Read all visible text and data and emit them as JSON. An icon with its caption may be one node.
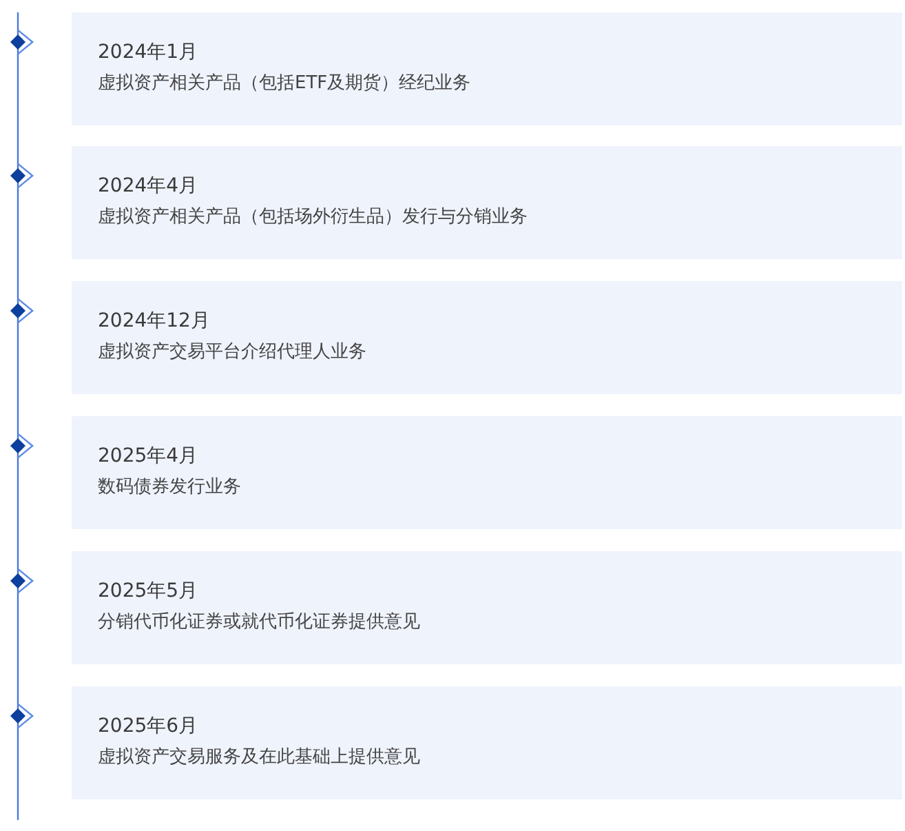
{
  "diagram": {
    "nodes": [
      {
        "text": [
          "2024年1月",
          "虚拟资产相关产品（包括ETF及期货）经纪业务"
        ]
      },
      {
        "text": [
          "2024年4月",
          "虚拟资产相关产品（包括场外衍生品）发行与分销业务"
        ]
      },
      {
        "text": [
          "2024年12月",
          "虚拟资产交易平台介绍代理人业务"
        ]
      },
      {
        "text": [
          "2025年4月",
          "数码债券发行业务"
        ]
      },
      {
        "text": [
          "2025年5月",
          "分销代币化证券或就代币化证券提供意见"
        ]
      },
      {
        "text": [
          "2025年6月",
          "虚拟资产交易服务及在此基础上提供意见"
        ]
      }
    ]
  }
}
